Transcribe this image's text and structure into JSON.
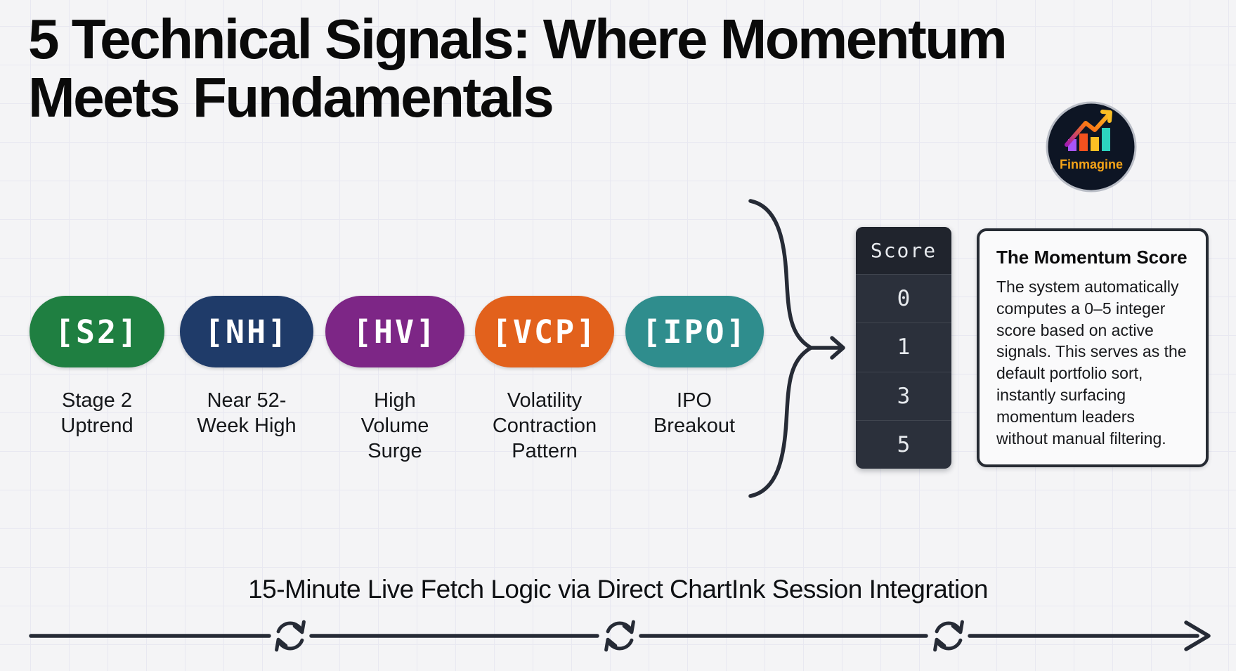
{
  "page": {
    "title": "5 Technical Signals: Where Momentum Meets Fundamentals"
  },
  "logo": {
    "brand": "Finmagine",
    "brand_color": "#f5a418",
    "circle_color": "#0d1524"
  },
  "signals": [
    {
      "code": "[S2]",
      "label": "Stage 2\nUptrend",
      "color": "#1f7f41"
    },
    {
      "code": "[NH]",
      "label": "Near 52-\nWeek High",
      "color": "#1f3b69"
    },
    {
      "code": "[HV]",
      "label": "High\nVolume\nSurge",
      "color": "#7d2686"
    },
    {
      "code": "[VCP]",
      "label": "Volatility\nContraction\nPattern",
      "color": "#e2611c"
    },
    {
      "code": "[IPO]",
      "label": "IPO\nBreakout",
      "color": "#2f8d8d"
    }
  ],
  "score_table": {
    "header": "Score",
    "values": [
      "0",
      "1",
      "3",
      "5"
    ]
  },
  "momentum_box": {
    "title": "The Momentum Score",
    "body": "The system automatically computes a 0–5 integer score based on active signals. This serves as the default portfolio sort, instantly surfacing momentum leaders without manual filtering."
  },
  "bottom": {
    "caption": "15-Minute Live Fetch Logic via Direct ChartInk Session Integration"
  },
  "icons": {
    "refresh": "⟳",
    "arrow_right": "→",
    "brace": "}"
  },
  "colors": {
    "stroke": "#262b36",
    "background": "#f4f4f6",
    "grid_line": "#e8e8f1",
    "table_bg": "#2b303b",
    "table_header_bg": "#20242d"
  }
}
